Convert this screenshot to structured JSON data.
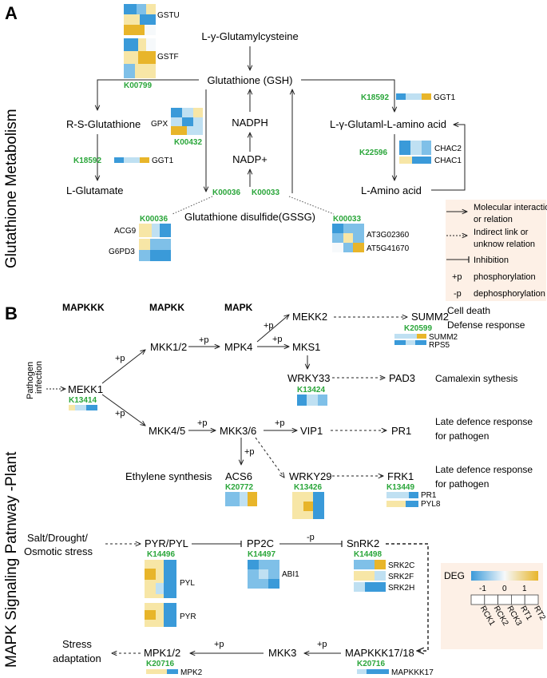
{
  "panels": {
    "a_letter": "A",
    "b_letter": "B",
    "a_title": "Glutathione Metabolism",
    "b_title": "MAPK Signaling Patnway -Plant"
  },
  "colors": {
    "blue": "#3a9ad9",
    "light_blue": "#bfe0f2",
    "white": "#f6f9fb",
    "light_yellow": "#f7e6a6",
    "yellow": "#e8b52a",
    "kegg_green": "#2aa63a",
    "legend_bg": "#fdf0e6"
  },
  "nodes_a": {
    "glu_cys": "L-y-Glutamylcysteine",
    "gsh": "Glutathione (GSH)",
    "rs_glu": "R-S-Glutathione",
    "l_glutamate": "L-Glutamate",
    "nadph": "NADPH",
    "nadp": "NADP+",
    "gglu_aa": "L-γ-Glutaml-L-amino acid",
    "l_amino": "L-Amino acid",
    "gssg": "Glutathione disulfide(GSSG)"
  },
  "kegg_a": {
    "k00799": "K00799",
    "k00432": "K00432",
    "k18592_left": "K18592",
    "k18592_right": "K18592",
    "k22596": "K22596",
    "k00036": "K00036",
    "k00033": "K00033",
    "k00036_hm": "K00036",
    "k00033_hm": "K00033"
  },
  "genes_a": {
    "gstu": "GSTU",
    "gstf": "GSTF",
    "gpx": "GPX",
    "ggt1_left": "GGT1",
    "ggt1_right": "GGT1",
    "chac2": "CHAC2",
    "chac1": "CHAC1",
    "acg9": "ACG9",
    "g6pd3": "G6PD3",
    "at3g02360": "AT3G02360",
    "at5g41670": "AT5G41670"
  },
  "legend_a": {
    "interaction_1": "Molecular interaction",
    "interaction_2": "or relation",
    "indirect_1": "Indirect link or",
    "indirect_2": "unknow relation",
    "inhibition": "Inhibition",
    "p_symbol": "+p",
    "p_text": "phosphorylation",
    "dp_symbol": "-p",
    "dp_text": "dephosphorylation"
  },
  "headers_b": {
    "mapkkk": "MAPKKK",
    "mapkk": "MAPKK",
    "mapk": "MAPK"
  },
  "nodes_b": {
    "pathogen_1": "Pathogen",
    "pathogen_2": "infection",
    "mekk1": "MEKK1",
    "mkk12": "MKK1/2",
    "mpk4": "MPK4",
    "mekk2": "MEKK2",
    "mks1": "MKS1",
    "summ2": "SUMM2",
    "wrky33": "WRKY33",
    "pad3": "PAD3",
    "mkk45": "MKK4/5",
    "mkk36": "MKK3/6",
    "vip1": "VIP1",
    "pr1": "PR1",
    "ethylene": "Ethylene synthesis",
    "acs6": "ACS6",
    "wrky29": "WRKY29",
    "frk1": "FRK1",
    "stress_1": "Salt/Drought/",
    "stress_2": "Osmotic stress",
    "pyr_pyl": "PYR/PYL",
    "pp2c": "PP2C",
    "snrk2": "SnRK2",
    "stress_adapt_1": "Stress",
    "stress_adapt_2": "adaptation",
    "mpk12": "MPK1/2",
    "mkk3": "MKK3",
    "mapkkk1718": "MAPKKK17/18"
  },
  "outcomes_b": {
    "cell_death": "Cell death",
    "defense": "Defense response",
    "camalexin": "Camalexin sythesis",
    "late1_1": "Late defence response",
    "late1_2": "for pathogen",
    "late2_1": "Late defence response",
    "late2_2": "for pathogen"
  },
  "kegg_b": {
    "k13414": "K13414",
    "k20599": "K20599",
    "k13424": "K13424",
    "k20772": "K20772",
    "k13426": "K13426",
    "k13449": "K13449",
    "k14496": "K14496",
    "k14497": "K14497",
    "k14498": "K14498",
    "k20716_left": "K20716",
    "k20716_right": "K20716"
  },
  "genes_b": {
    "summ2": "SUMM2",
    "rps5": "RPS5",
    "pr1": "PR1",
    "pyl8": "PYL8",
    "pyl": "PYL",
    "pyr": "PYR",
    "abi1": "ABI1",
    "srk2c": "SRK2C",
    "srk2f": "SRK2F",
    "srk2h": "SRK2H",
    "mpk2": "MPK2",
    "mapkkk17": "MAPKKK17"
  },
  "edge_labels_b": {
    "p1": "+p",
    "p2": "+p",
    "p3": "+p",
    "p4": "+p",
    "p5": "+p",
    "p6": "+p",
    "p7": "+p",
    "p8": "+p",
    "p9": "+p",
    "p10": "+p",
    "dp1": "-p"
  },
  "deg_legend": {
    "title": "DEG",
    "tick_neg": "-1",
    "tick_zero": "0",
    "tick_pos": "1",
    "samples": [
      "RCK1",
      "RCK2",
      "RCK3",
      "RT1",
      "RT2"
    ]
  }
}
